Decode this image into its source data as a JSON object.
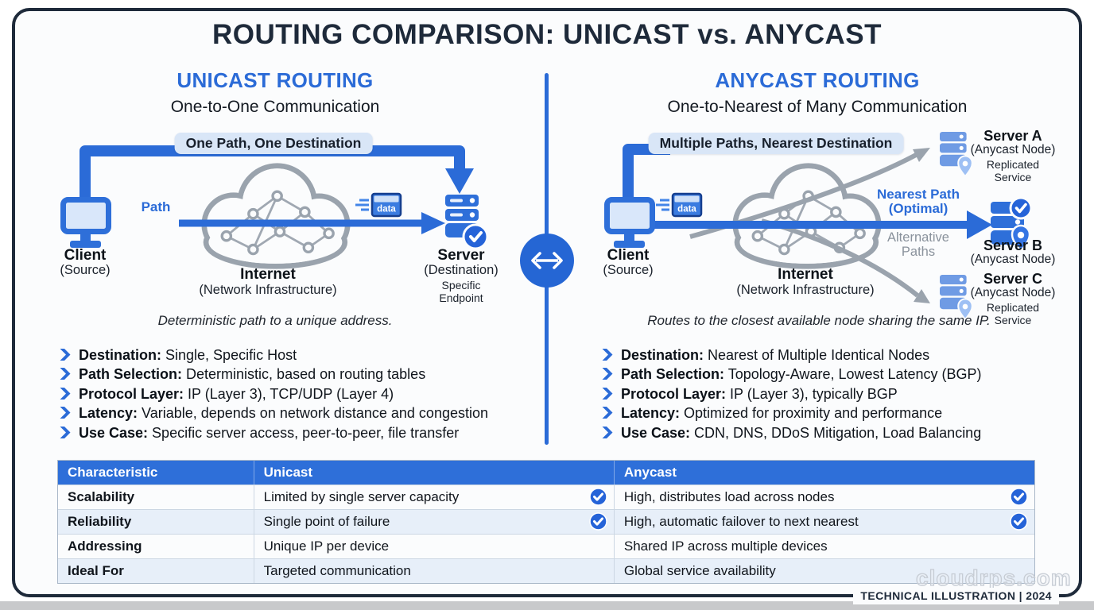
{
  "title": "ROUTING COMPARISON: UNICAST vs. ANYCAST",
  "watermark": "cloudrps.com",
  "footer": "TECHNICAL ILLUSTRATION | 2024",
  "colors": {
    "accent_blue": "#2b6bd7",
    "navy": "#1e2a3a",
    "banner_bg": "#d9e6f7",
    "table_header_bg": "#2e6fd9",
    "table_alt_row": "#e7eff9",
    "check_badge": "#2563d8",
    "cloud_gray": "#9aa3ad"
  },
  "unicast": {
    "heading": "UNICAST ROUTING",
    "subheading": "One-to-One Communication",
    "banner": "One Path, One Destination",
    "path_label": "Path",
    "data_label": "data",
    "client": {
      "name": "Client",
      "role": "(Source)"
    },
    "internet": {
      "name": "Internet",
      "role": "(Network Infrastructure)"
    },
    "server": {
      "name": "Server",
      "role": "(Destination)",
      "note1": "Specific",
      "note2": "Endpoint"
    },
    "caption": "Deterministic path to a unique address.",
    "bullets": [
      {
        "label": "Destination:",
        "text": " Single, Specific Host"
      },
      {
        "label": "Path Selection:",
        "text": " Deterministic, based on routing tables"
      },
      {
        "label": "Protocol Layer:",
        "text": " IP (Layer 3), TCP/UDP (Layer 4)"
      },
      {
        "label": "Latency:",
        "text": " Variable, depends on network distance and congestion"
      },
      {
        "label": "Use Case:",
        "text": " Specific server access, peer-to-peer, file transfer"
      }
    ]
  },
  "anycast": {
    "heading": "ANYCAST ROUTING",
    "subheading": "One-to-Nearest of Many Communication",
    "banner": "Multiple Paths, Nearest Destination",
    "data_label": "data",
    "client": {
      "name": "Client",
      "role": "(Source)"
    },
    "internet": {
      "name": "Internet",
      "role": "(Network Infrastructure)"
    },
    "nearest_path": {
      "line1": "Nearest Path",
      "line2": "(Optimal)"
    },
    "alternative": {
      "line1": "Alternative",
      "line2": "Paths"
    },
    "server_a": {
      "name": "Server A",
      "role": "(Anycast Node)",
      "note1": "Replicated",
      "note2": "Service"
    },
    "server_b": {
      "name": "Server B",
      "role": "(Anycast Node)"
    },
    "server_c": {
      "name": "Server C",
      "role": "(Anycast Node)",
      "note1": "Replicated",
      "note2": "Service"
    },
    "caption": "Routes to the closest available node sharing the same IP.",
    "bullets": [
      {
        "label": "Destination:",
        "text": " Nearest of Multiple Identical Nodes"
      },
      {
        "label": "Path Selection:",
        "text": " Topology-Aware, Lowest Latency (BGP)"
      },
      {
        "label": "Protocol Layer:",
        "text": " IP (Layer 3), typically BGP"
      },
      {
        "label": "Latency:",
        "text": " Optimized for proximity and performance"
      },
      {
        "label": "Use Case:",
        "text": " CDN, DNS, DDoS Mitigation, Load Balancing"
      }
    ]
  },
  "table": {
    "headers": [
      "Characteristic",
      "Unicast",
      "Anycast"
    ],
    "rows": [
      {
        "characteristic": "Scalability",
        "unicast": "Limited by single server capacity",
        "unicast_check": true,
        "anycast": "High, distributes load across nodes",
        "anycast_check": true
      },
      {
        "characteristic": "Reliability",
        "unicast": "Single point of failure",
        "unicast_check": true,
        "anycast": "High, automatic failover to next nearest",
        "anycast_check": true
      },
      {
        "characteristic": "Addressing",
        "unicast": "Unique IP per device",
        "unicast_check": false,
        "anycast": "Shared IP across multiple devices",
        "anycast_check": false
      },
      {
        "characteristic": "Ideal For",
        "unicast": "Targeted communication",
        "unicast_check": false,
        "anycast": "Global service availability",
        "anycast_check": false
      }
    ]
  }
}
